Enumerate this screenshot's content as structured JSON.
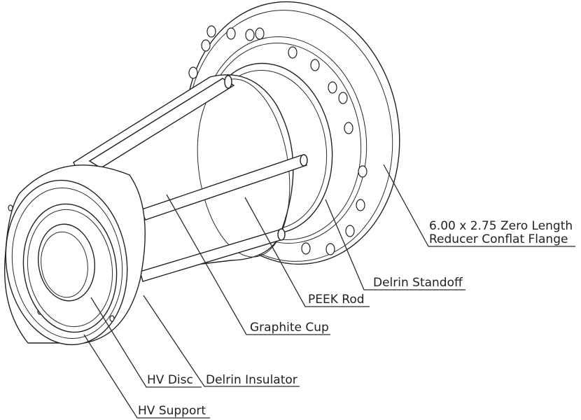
{
  "labels": {
    "flange_line1": "6.00 x 2.75 Zero Length",
    "flange_line2": "Reducer Conflat Flange",
    "standoff": "Delrin Standoff",
    "peek_rod": "PEEK Rod",
    "graphite_cup": "Graphite Cup",
    "hv_disc": "HV Disc",
    "delrin_insulator": "Delrin Insulator",
    "hv_support": "HV Support"
  },
  "colors": {
    "line": "#2b2b2b",
    "background": "#ffffff"
  }
}
